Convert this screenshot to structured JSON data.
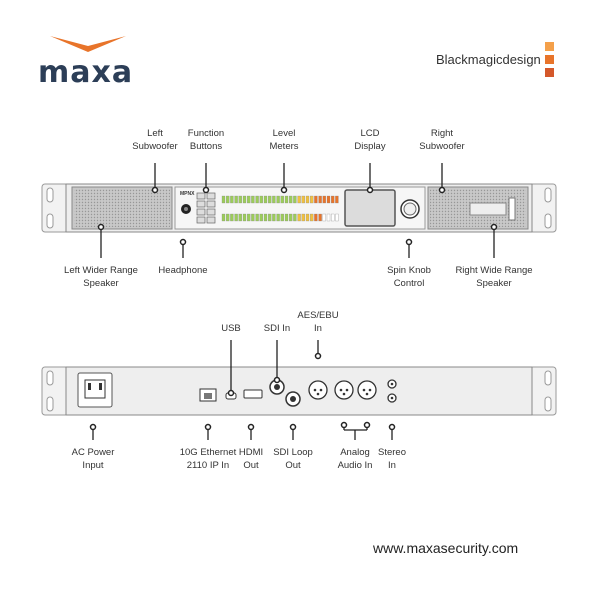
{
  "brand": {
    "maxa": "maxa",
    "blackmagic": "Blackmagicdesign",
    "device_badge": "MPNX",
    "website": "www.maxasecurity.com"
  },
  "colors": {
    "maxa_orange": "#e8742a",
    "maxa_navy": "#2c3e57",
    "bm_squares": [
      "#f4a04a",
      "#e8742a",
      "#d4582a",
      "#f4a04a",
      "#e8742a",
      "#d4582a"
    ]
  },
  "front_labels": {
    "left_subwoofer": "Left\nSubwoofer",
    "function_buttons": "Function\nButtons",
    "level_meters": "Level\nMeters",
    "lcd_display": "LCD\nDisplay",
    "right_subwoofer": "Right\nSubwoofer",
    "left_wider_speaker": "Left Wider Range\nSpeaker",
    "headphone": "Headphone",
    "spin_knob": "Spin Knob\nControl",
    "right_wide_speaker": "Right Wide Range\nSpeaker"
  },
  "rear_labels": {
    "usb": "USB",
    "sdi_in": "SDI In",
    "aes_ebu_in": "AES/EBU\nIn",
    "ac_power": "AC Power\nInput",
    "ethernet": "10G Ethernet\n2110 IP In",
    "hdmi_out": "HDMI\nOut",
    "sdi_loop": "SDI Loop\nOut",
    "analog_audio": "Analog\nAudio In",
    "stereo_in": "Stereo\nIn"
  }
}
